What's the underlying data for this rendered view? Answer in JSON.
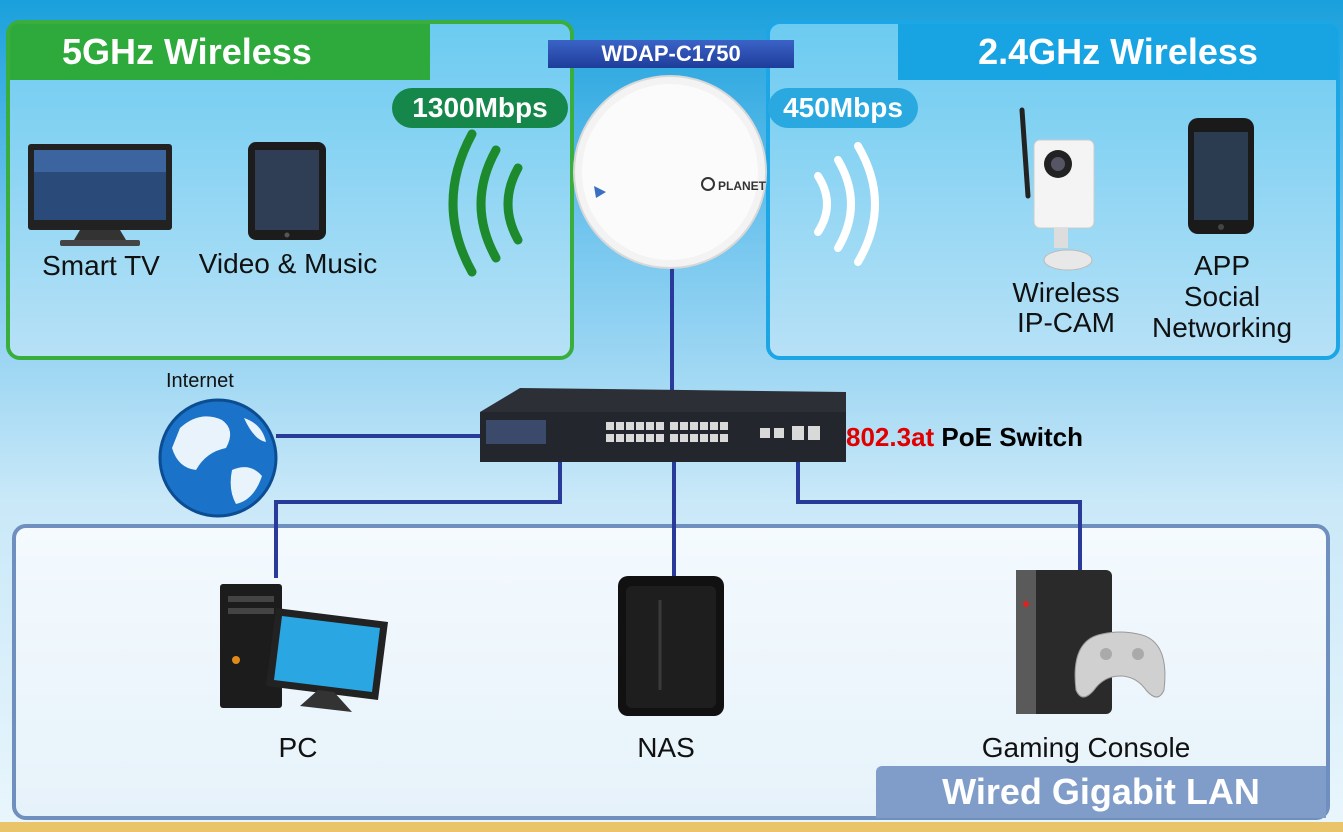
{
  "panels": {
    "five_ghz": {
      "title": "5GHz Wireless",
      "speed": "1300Mbps"
    },
    "two_ghz": {
      "title": "2.4GHz Wireless",
      "speed": "450Mbps"
    },
    "lan": {
      "title": "Wired Gigabit LAN"
    }
  },
  "access_point": {
    "model": "WDAP-C1750",
    "brand": "PLANET"
  },
  "switch": {
    "standard": "802.3at",
    "label": "PoE Switch"
  },
  "devices": {
    "smart_tv": "Smart TV",
    "video_music": "Video & Music",
    "ipcam_line1": "Wireless",
    "ipcam_line2": "IP-CAM",
    "app_line1": "APP",
    "app_line2": "Social",
    "app_line3": "Networking",
    "internet": "Internet",
    "pc": "PC",
    "nas": "NAS",
    "gaming": "Gaming Console"
  },
  "colors": {
    "green": "#2eaa3c",
    "blue": "#18a3e2",
    "lan": "#7f9dc8",
    "link": "#2a3a9a",
    "red": "#e00000"
  }
}
